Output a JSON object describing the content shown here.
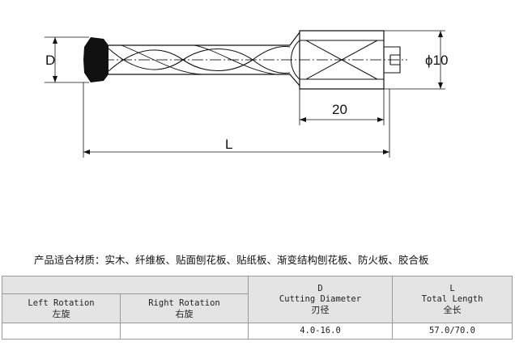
{
  "drawing": {
    "label_D": "D",
    "label_phi10": "ϕ10",
    "label_20": "20",
    "label_L": "L"
  },
  "material": "产品适合材质：实木、纤维板、贴面刨花板、贴纸板、渐变结构刨花板、防火板、胶合板",
  "table": {
    "left_rotation_en": "Left Rotation",
    "left_rotation_cn": "左旋",
    "right_rotation_en": "Right Rotation",
    "right_rotation_cn": "右旋",
    "col_D_symbol": "D",
    "col_D_en": "Cutting Diameter",
    "col_D_cn": "刃径",
    "col_L_symbol": "L",
    "col_L_en": "Total Length",
    "col_L_cn": "全长",
    "row": {
      "left_rotation": "",
      "right_rotation": "",
      "cutting_diameter": "4.0-16.0",
      "total_length": "57.0/70.0"
    }
  }
}
